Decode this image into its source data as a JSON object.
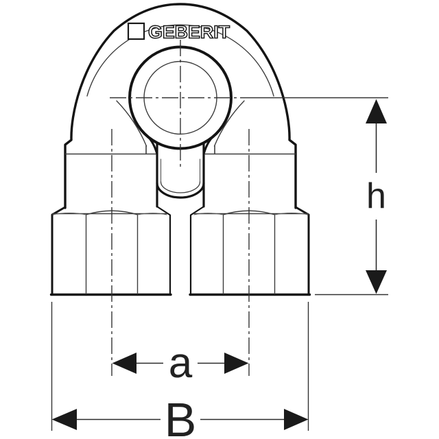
{
  "drawing": {
    "type": "technical-line-drawing",
    "subject": "Geberit double-elbow pipe fitting, front view with dimensioning",
    "brand_logo": {
      "icon": "square-outline-icon",
      "text": "GEBERIT"
    },
    "dimensions": {
      "h": {
        "label": "h",
        "meaning": "vertical height from socket centerline to nut bottom"
      },
      "a": {
        "label": "a",
        "meaning": "center distance between the two lower connections"
      },
      "B": {
        "label": "B",
        "meaning": "overall width across both nuts"
      }
    },
    "colors": {
      "ink": "#1a1a1a",
      "thin_line": "#3c3c3c",
      "centerline": "#333333",
      "background": "#ffffff"
    }
  }
}
